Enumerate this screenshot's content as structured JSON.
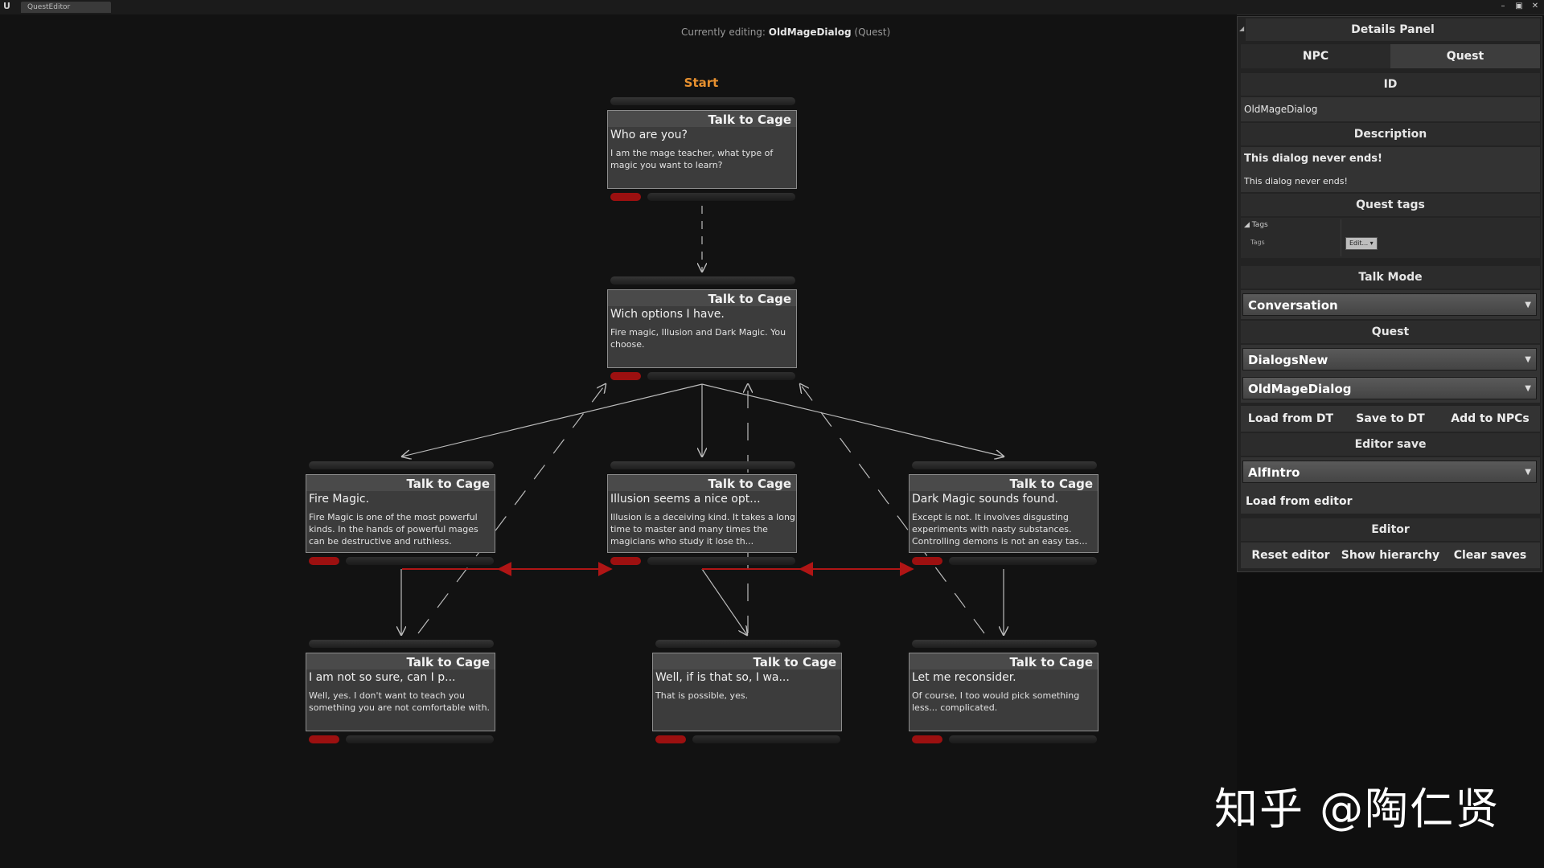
{
  "window": {
    "tab_title": "QuestEditor",
    "logo": "U"
  },
  "canvas": {
    "editing_prefix": "Currently editing:",
    "editing_name": "OldMageDialog",
    "editing_suffix": "(Quest)",
    "start_label": "Start"
  },
  "nodes": [
    {
      "header": "Talk to Cage",
      "line1": "Who are you?",
      "text": "I am the mage teacher, what type of magic you want to learn?"
    },
    {
      "header": "Talk to Cage",
      "line1": "Wich options I have.",
      "text": "Fire magic, Illusion and Dark Magic. You choose."
    },
    {
      "header": "Talk to Cage",
      "line1": "Fire Magic.",
      "text": "Fire Magic is one of the most powerful kinds. In the hands of powerful mages can be destructive and ruthless."
    },
    {
      "header": "Talk to Cage",
      "line1": "Illusion seems a nice opt...",
      "text": "Illusion is a deceiving kind. It takes a long time to master and many times the magicians who study it lose th..."
    },
    {
      "header": "Talk to Cage",
      "line1": "Dark Magic sounds found.",
      "text": "Except is not. It involves disgusting experiments with nasty substances. Controlling demons is not an easy tas..."
    },
    {
      "header": "Talk to Cage",
      "line1": "I am not so sure, can I p...",
      "text": "Well, yes. I don't want to teach you something you are not comfortable with."
    },
    {
      "header": "Talk to Cage",
      "line1": "Well, if is that so, I wa...",
      "text": "That is possible, yes."
    },
    {
      "header": "Talk to Cage",
      "line1": "Let me reconsider.",
      "text": "Of course, I too would pick something less... complicated."
    }
  ],
  "panel": {
    "title": "Details Panel",
    "tabs": [
      "NPC",
      "Quest"
    ],
    "id_label": "ID",
    "id_value": "OldMageDialog",
    "description_label": "Description",
    "description_title": "This dialog never ends!",
    "description_value": "This dialog never ends!",
    "quest_tags_label": "Quest  tags",
    "tags_group": "Tags",
    "tags_field": "Tags",
    "tags_edit": "Edit...",
    "talk_mode_label": "Talk Mode",
    "talk_mode_value": "Conversation",
    "quest_label": "Quest",
    "quest_table": "DialogsNew",
    "quest_row": "OldMageDialog",
    "dt_buttons": [
      "Load from DT",
      "Save to DT",
      "Add to NPCs"
    ],
    "editor_save_label": "Editor save",
    "editor_save_value": "AlfIntro",
    "load_from_editor": "Load from editor",
    "editor_label": "Editor",
    "editor_buttons": [
      "Reset editor",
      "Show hierarchy",
      "Clear saves"
    ]
  },
  "watermark": "知乎 @陶仁贤"
}
